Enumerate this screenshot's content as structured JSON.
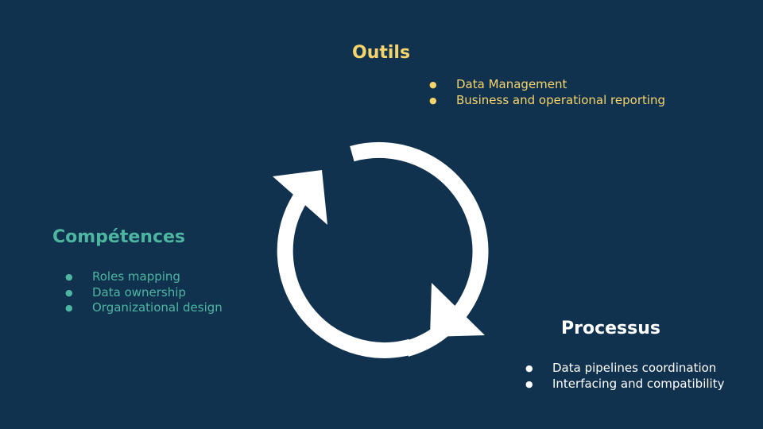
{
  "colors": {
    "background": "#11324F",
    "outils": "#F5D46B",
    "competences": "#4DB6A0",
    "processus": "#FFFFFF",
    "cycle_icon": "#FFFFFF"
  },
  "outils": {
    "title": "Outils",
    "items": [
      {
        "label": "Data Management"
      },
      {
        "label": "Business and operational reporting"
      }
    ]
  },
  "competences": {
    "title": "Compétences",
    "items": [
      {
        "label": "Roles mapping"
      },
      {
        "label": "Data ownership"
      },
      {
        "label": "Organizational design"
      }
    ]
  },
  "processus": {
    "title": "Processus",
    "items": [
      {
        "label": "Data pipelines coordination"
      },
      {
        "label": "Interfacing and compatibility"
      }
    ]
  },
  "bullet_symbol": "●",
  "icons": {
    "center": "refresh-cycle-icon"
  }
}
